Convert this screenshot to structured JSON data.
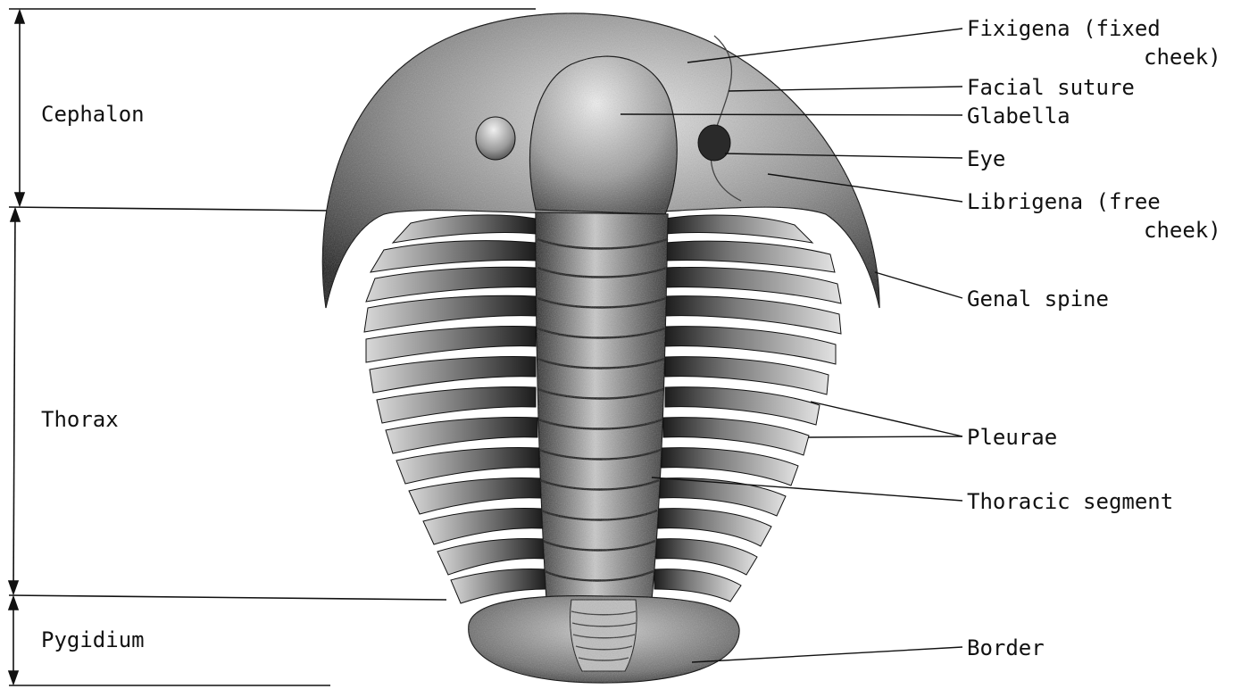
{
  "sections": {
    "cephalon": "Cephalon",
    "thorax": "Thorax",
    "pygidium": "Pygidium"
  },
  "labels": {
    "fixigena_line1": "Fixigena (fixed",
    "fixigena_line2": "cheek)",
    "facial_suture": "Facial suture",
    "glabella": "Glabella",
    "eye": "Eye",
    "librigena_line1": "Librigena (free",
    "librigena_line2": "cheek)",
    "genal_spine": "Genal spine",
    "pleurae": "Pleurae",
    "thoracic_segment": "Thoracic segment",
    "border": "Border"
  },
  "colors": {
    "ink": "#111111",
    "paper": "#ffffff",
    "stipple_dark": "#2a2a2a",
    "stipple_light": "#9a9a9a"
  }
}
